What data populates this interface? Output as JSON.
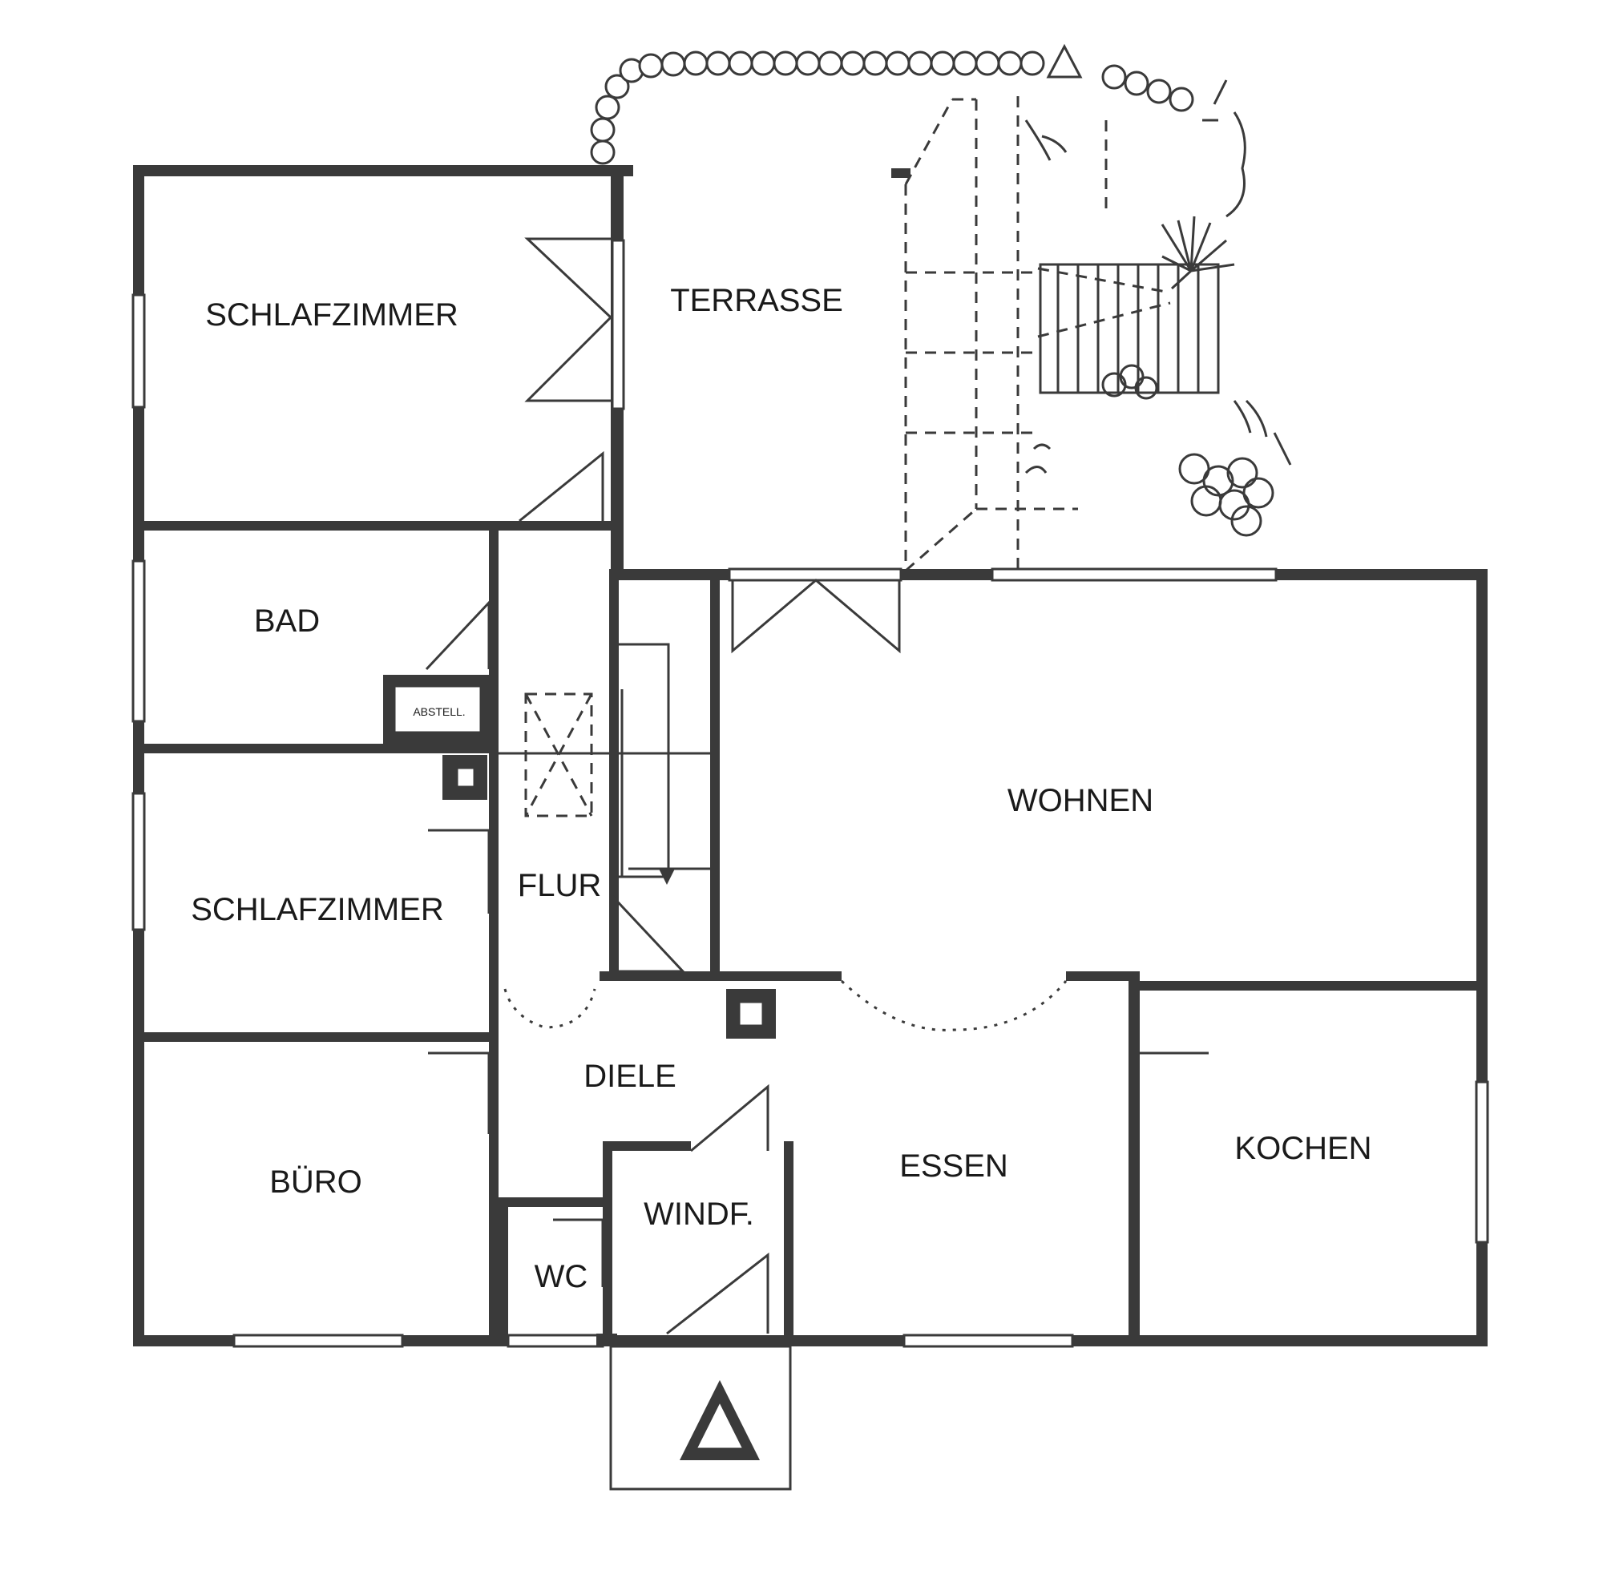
{
  "floor_plan": {
    "rooms": [
      {
        "key": "schlafzimmer_1",
        "label": "SCHLAFZIMMER"
      },
      {
        "key": "terrasse",
        "label": "TERRASSE"
      },
      {
        "key": "bad",
        "label": "BAD"
      },
      {
        "key": "abstell",
        "label": "ABSTELL."
      },
      {
        "key": "wohnen",
        "label": "WOHNEN"
      },
      {
        "key": "flur",
        "label": "FLUR"
      },
      {
        "key": "schlafzimmer_2",
        "label": "SCHLAFZIMMER"
      },
      {
        "key": "diele",
        "label": "DIELE"
      },
      {
        "key": "essen",
        "label": "ESSEN"
      },
      {
        "key": "kochen",
        "label": "KOCHEN"
      },
      {
        "key": "buero",
        "label": "BÜRO"
      },
      {
        "key": "windfang",
        "label": "WINDF."
      },
      {
        "key": "wc",
        "label": "WC"
      }
    ],
    "colors": {
      "wall": "#3a3a3a",
      "background": "#ffffff",
      "text": "#1a1a1a"
    },
    "icons": [
      "entrance-triangle-icon",
      "north-arrow-icon",
      "hedge-bushes-icon",
      "garden-plants-icon"
    ]
  }
}
